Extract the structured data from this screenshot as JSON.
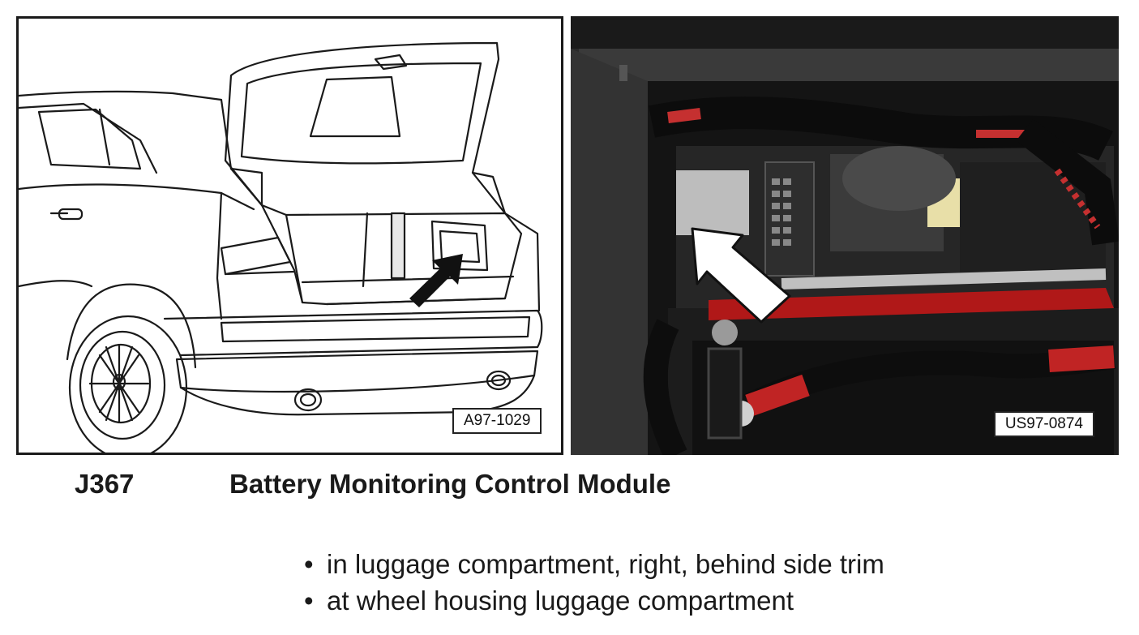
{
  "figures": {
    "left": {
      "label": "A97-1029"
    },
    "right": {
      "label": "US97-0874"
    }
  },
  "component": {
    "code": "J367",
    "name": "Battery Monitoring Control Module"
  },
  "locations": [
    {
      "bullet": "•",
      "text": "in luggage compartment, right, behind side trim"
    },
    {
      "bullet": "•",
      "text": "at wheel housing luggage compartment"
    }
  ]
}
